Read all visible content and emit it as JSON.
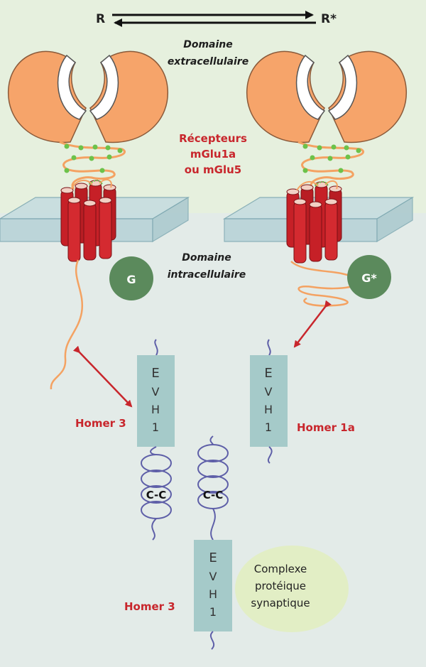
{
  "states": {
    "left": "R",
    "right": "R*"
  },
  "labels": {
    "extracellular_line1": "Domaine",
    "extracellular_line2": "extracellulaire",
    "receptors_line1": "Récepteurs",
    "receptors_line2": "mGlu1a",
    "receptors_line3": "ou mGlu5",
    "intracellular_line1": "Domaine",
    "intracellular_line2": "intracellulaire",
    "homer3_top": "Homer 3",
    "homer1a": "Homer 1a",
    "homer3_bottom": "Homer 3",
    "complex_line1": "Complexe",
    "complex_line2": "protéique",
    "complex_line3": "synaptique"
  },
  "g_proteins": {
    "inactive": "G",
    "active": "G*"
  },
  "evh1": {
    "c1": "E",
    "c2": "V",
    "c3": "H",
    "c4": "1"
  },
  "coiled_coil": "C-C",
  "colors": {
    "top_region": "#e6f0de",
    "bottom_region": "#e3ebe8",
    "lobe": "#f6a46a",
    "helix": "#c62027",
    "chain": "#f4a262",
    "dots": "#6cc24a",
    "g_protein": "#5b8a5c",
    "evh1_box": "#a5cac9",
    "coil": "#5e5fa8",
    "arrow": "#c8262c",
    "label_red": "#c8262c",
    "complex": "#e2eec5",
    "membrane": "#b6d2d7"
  }
}
